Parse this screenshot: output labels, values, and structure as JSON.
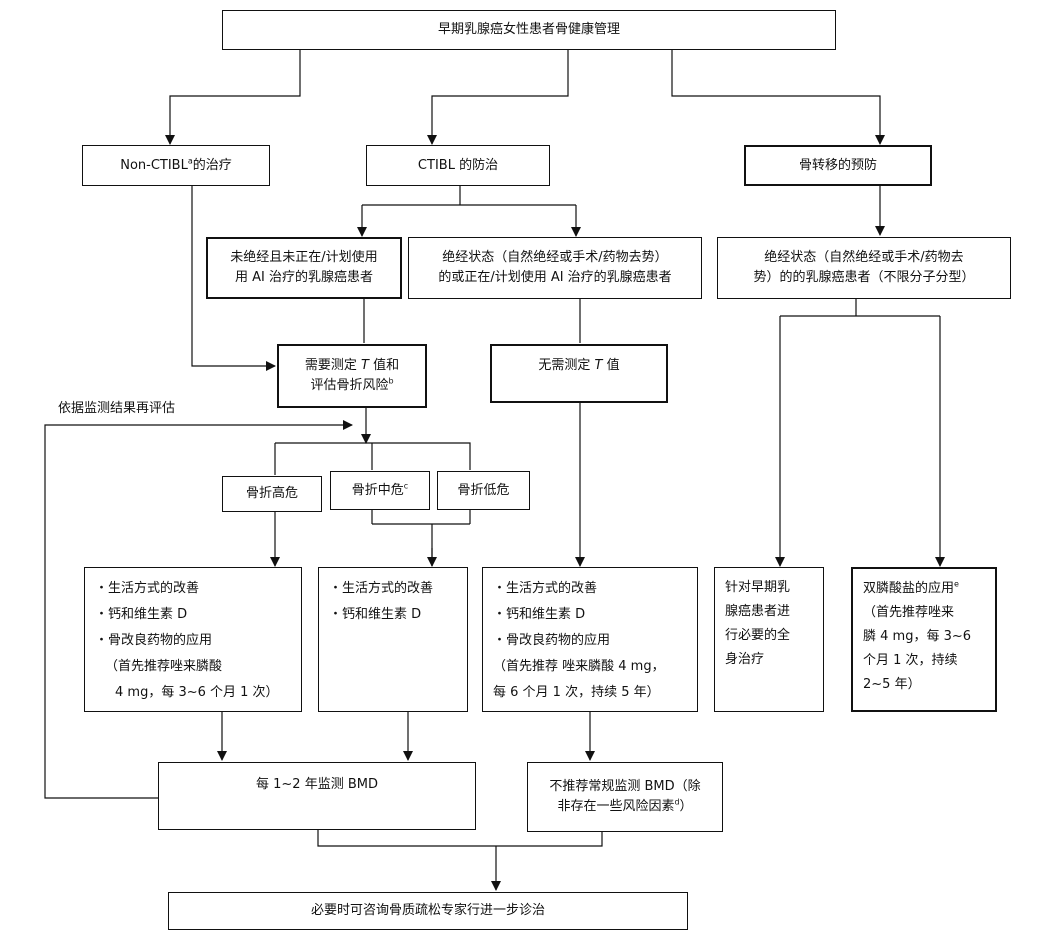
{
  "root": "早期乳腺癌女性患者骨健康管理",
  "branch_noncitbl": "Non-CTIBL",
  "branch_noncitbl_sup": "a",
  "branch_noncitbl_suffix": "的治疗",
  "branch_ctibl": "CTIBL 的防治",
  "branch_bonemet": "骨转移的预防",
  "premeno_line1": "未绝经且未正在/计划使用",
  "premeno_line2": "用 AI 治疗的乳腺癌患者",
  "postmeno_line1": "绝经状态（自然绝经或手术/药物去势）",
  "postmeno_line2": "的或正在/计划使用 AI 治疗的乳腺癌患者",
  "bonemet_pop_line1": "绝经状态（自然绝经或手术/药物去",
  "bonemet_pop_line2": "势）的的乳腺癌患者（不限分子分型）",
  "need_t_line1_a": "需要测定",
  "need_t_italic": "T",
  "need_t_line1_b": "值和",
  "need_t_line2": "评估骨折风险",
  "need_t_sup": "b",
  "no_t_a": "无需测定",
  "no_t_italic": "T",
  "no_t_b": "值",
  "reassess": "依据监测结果再评估",
  "risk_high": "骨折高危",
  "risk_mid": "骨折中危",
  "risk_mid_sup": "c",
  "risk_low": "骨折低危",
  "rx_high": [
    "・生活方式的改善",
    "・钙和维生素 D",
    "・骨改良药物的应用",
    "（首先推荐唑来膦酸",
    "4 mg，每 3~6 个月 1 次）"
  ],
  "rx_mid": [
    "・生活方式的改善",
    "・钙和维生素 D"
  ],
  "rx_post": [
    "・生活方式的改善",
    "・钙和维生素 D",
    "・骨改良药物的应用",
    "（首先推荐 唑来膦酸 4 mg，",
    "每 6 个月 1 次，持续 5 年）"
  ],
  "systemic": [
    "针对早期乳",
    "腺癌患者进",
    "行必要的全",
    "身治疗"
  ],
  "bisphos_title": "双膦酸盐的应用",
  "bisphos_sup": "e",
  "bisphos_lines": [
    "（首先推荐唑来",
    "膦 4 mg，每 3~6",
    "个月 1 次，持续",
    "2~5 年）"
  ],
  "monitor": "每 1~2 年监测 BMD",
  "no_monitor_line1": "不推荐常规监测 BMD（除",
  "no_monitor_line2": "非存在一些风险因素",
  "no_monitor_sup": "d",
  "no_monitor_close": "）",
  "consult": "必要时可咨询骨质疏松专家行进一步诊治"
}
